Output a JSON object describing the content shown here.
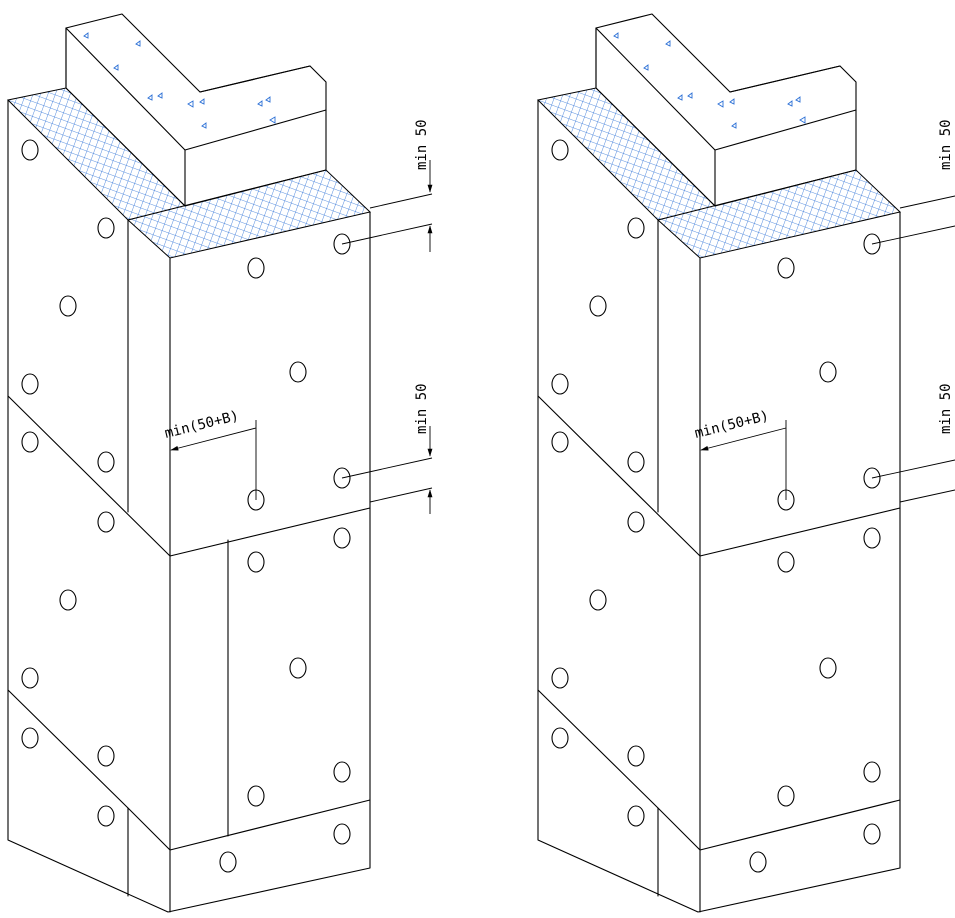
{
  "dimensions": {
    "edge_distance_top": "min 50",
    "edge_distance_joint": "min 50",
    "edge_distance_side": "min(50+B)"
  },
  "colors": {
    "hatch": "#2a6fd6",
    "line": "#000000",
    "concrete_marks": "#2a6fd6"
  },
  "views": [
    {
      "id": "left",
      "has_side_joint_lower": true
    },
    {
      "id": "right",
      "has_side_joint_lower": false
    }
  ]
}
